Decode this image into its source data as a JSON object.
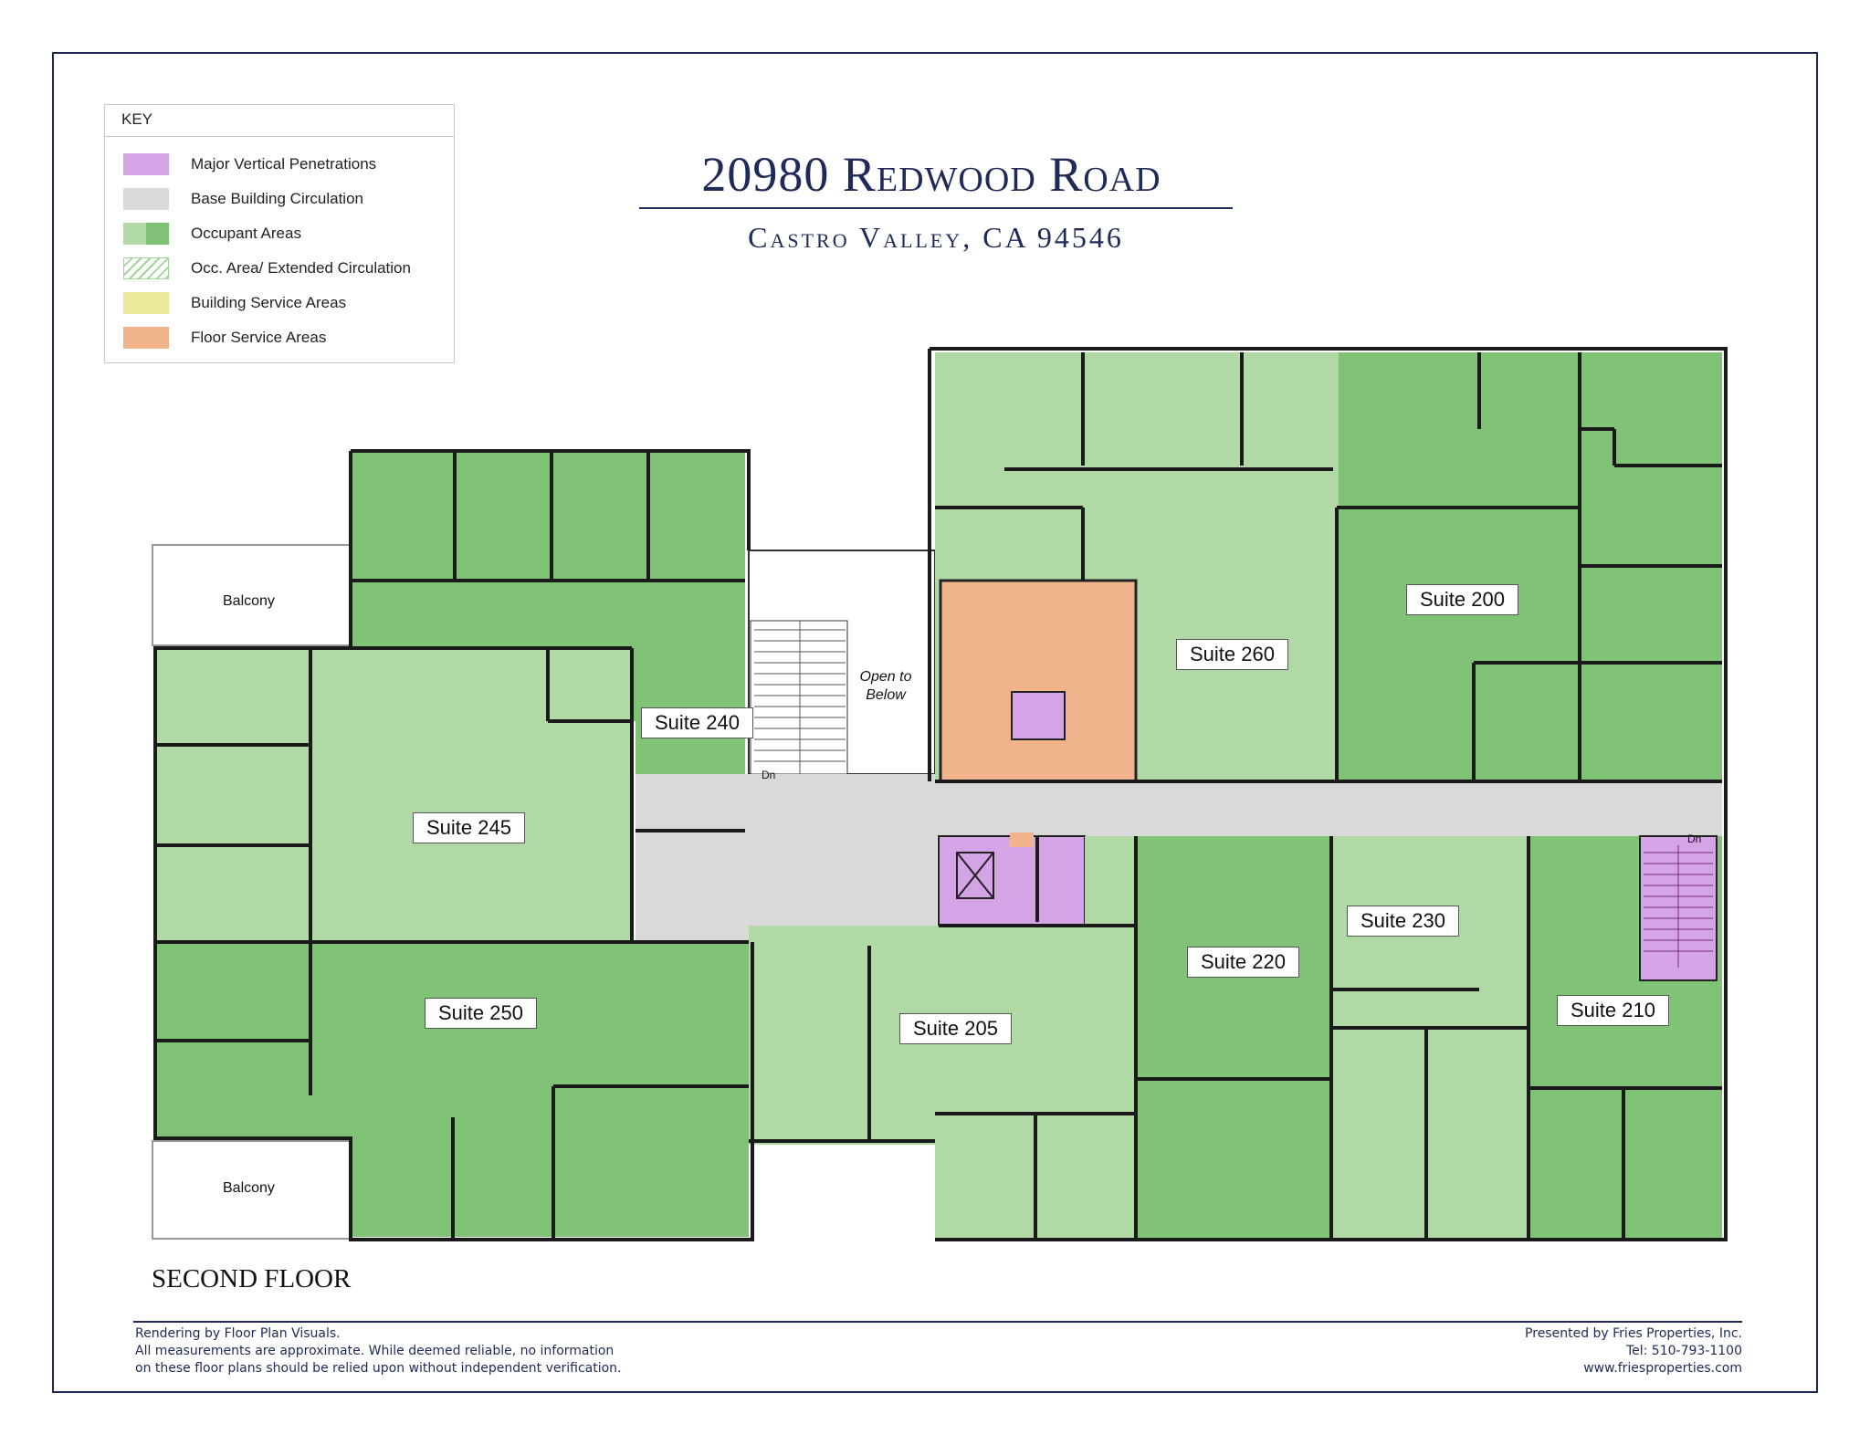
{
  "header": {
    "title": "20980 Redwood Road",
    "subtitle": "Castro Valley, CA 94546"
  },
  "key": {
    "title": "KEY",
    "items": [
      {
        "label": "Major Vertical Penetrations",
        "color": "#d4a4e6"
      },
      {
        "label": "Base Building Circulation",
        "color": "#d9d9d9"
      },
      {
        "label": "Occupant Areas",
        "color": "#b0d9a6",
        "color2": "#80c276"
      },
      {
        "label": "Occ. Area/ Extended Circulation",
        "color": "hatch"
      },
      {
        "label": "Building Service Areas",
        "color": "#ece99a"
      },
      {
        "label": "Floor Service Areas",
        "color": "#f2b48c"
      }
    ]
  },
  "plan": {
    "suites": [
      {
        "label": "Suite 200"
      },
      {
        "label": "Suite 205"
      },
      {
        "label": "Suite 210"
      },
      {
        "label": "Suite 220"
      },
      {
        "label": "Suite 230"
      },
      {
        "label": "Suite 240"
      },
      {
        "label": "Suite 245"
      },
      {
        "label": "Suite 250"
      },
      {
        "label": "Suite 260"
      }
    ],
    "balcony_top": "Balcony",
    "balcony_bottom": "Balcony",
    "open_to_below_1": "Open to",
    "open_to_below_2": "Below",
    "stair_dn_left": "Dn",
    "stair_dn_right": "Dn"
  },
  "floor_label": "SECOND FLOOR",
  "footer": {
    "left": [
      "Rendering by Floor Plan Visuals.",
      "All measurements are approximate. While deemed reliable, no information",
      "on these floor plans should be relied upon without independent verification."
    ],
    "right": [
      "Presented by Fries Properties, Inc.",
      "Tel: 510-793-1100",
      "www.friesproperties.com"
    ]
  },
  "colors": {
    "light_green": "#b0d9a6",
    "dark_green": "#80c276",
    "circulation": "#d9d9d9",
    "penetration": "#d4a4e6",
    "floor_service": "#f2b48c",
    "wall": "#1a1a1a",
    "navy": "#1e2a57"
  }
}
